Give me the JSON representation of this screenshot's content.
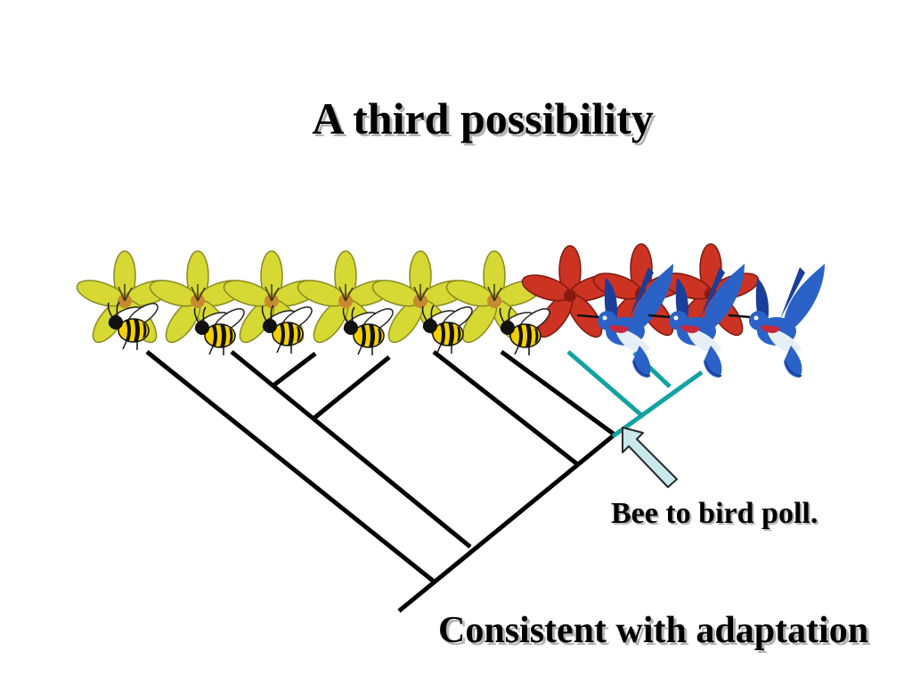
{
  "slide": {
    "title": "A third possibility",
    "annotation": "Bee to bird poll.",
    "conclusion": "Consistent with adaptation"
  },
  "tips": [
    {
      "flower": "yellow-lily",
      "pollinator": "bee"
    },
    {
      "flower": "yellow-lily",
      "pollinator": "bee"
    },
    {
      "flower": "yellow-lily",
      "pollinator": "bee"
    },
    {
      "flower": "yellow-lily",
      "pollinator": "bee"
    },
    {
      "flower": "yellow-lily",
      "pollinator": "bee"
    },
    {
      "flower": "yellow-lily",
      "pollinator": "bee"
    },
    {
      "flower": "red-lily",
      "pollinator": "hummingbird"
    },
    {
      "flower": "red-lily",
      "pollinator": "hummingbird"
    },
    {
      "flower": "red-lily",
      "pollinator": "hummingbird"
    }
  ],
  "colors": {
    "tree_branch": "#000000",
    "bird_pollinated_clade": "#13a2a2",
    "arrow_fill": "#c9e8ec",
    "arrow_stroke": "#2a2a2a",
    "yellow_lily": "#d6d834",
    "red_lily": "#cc3322",
    "bee_stripe": "#f4d000",
    "hummingbird_blue": "#2a62c8",
    "hummingbird_throat": "#c8283c"
  }
}
